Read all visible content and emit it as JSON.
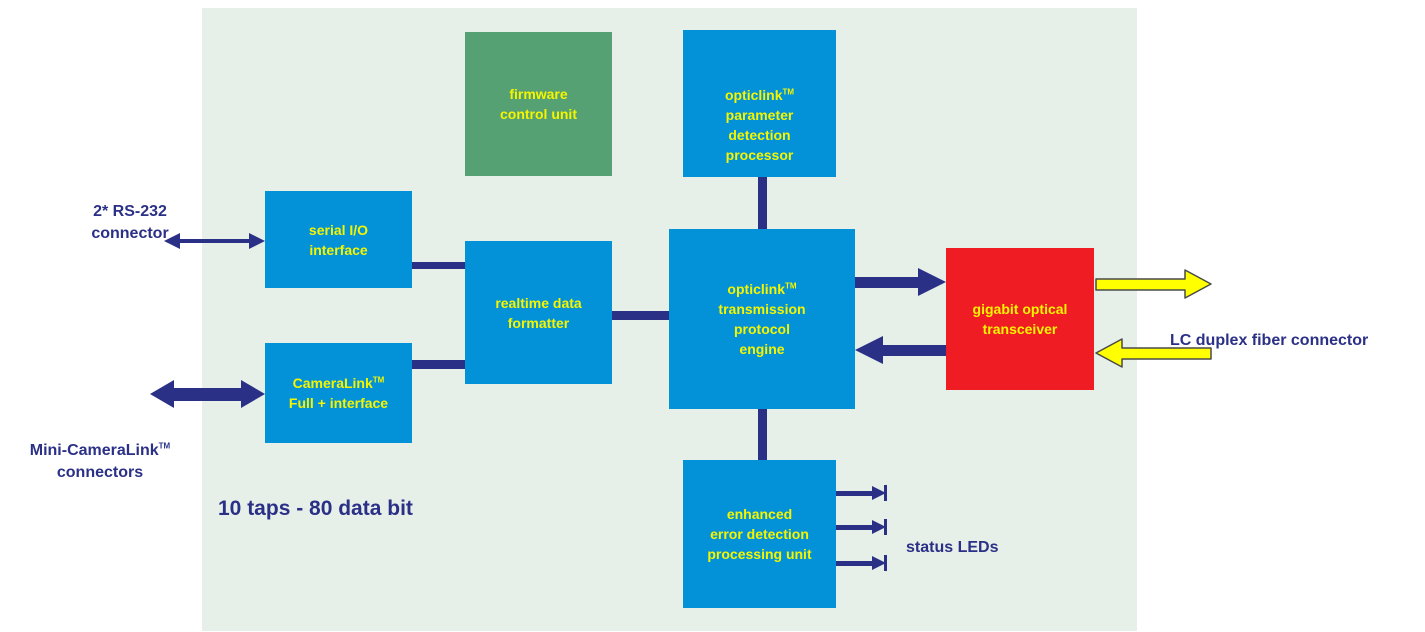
{
  "blocks": {
    "firmware": "firmware\ncontrol unit",
    "param_detect_brand": "opticlink",
    "param_detect_rest": "parameter\ndetection\nprocessor",
    "serial_io": "serial I/O\ninterface",
    "formatter": "realtime data\nformatter",
    "protocol_brand": "opticlink",
    "protocol_rest": "transmission\nprotocol\nengine",
    "transceiver": "gigabit optical\ntransceiver",
    "cameralink_brand": "CameraLink",
    "cameralink_rest": "Full + interface",
    "error_unit": "enhanced\nerror detection\nprocessing unit"
  },
  "labels": {
    "rs232": "2* RS-232\nconnector",
    "mini_cameralink": "Mini-CameraLink",
    "connectors": "connectors",
    "lc_duplex": "LC duplex fiber connector",
    "status_leds": "status LEDs",
    "taps": "10 taps - 80 data bit",
    "trademark": "TM"
  },
  "colors": {
    "panel": "#e7efe9",
    "block_blue": "#0392d8",
    "block_green": "#55a173",
    "block_red": "#ef1c24",
    "block_text": "#f5f500",
    "connector_navy": "#2b3087",
    "fiber_yellow": "#ffff00"
  }
}
